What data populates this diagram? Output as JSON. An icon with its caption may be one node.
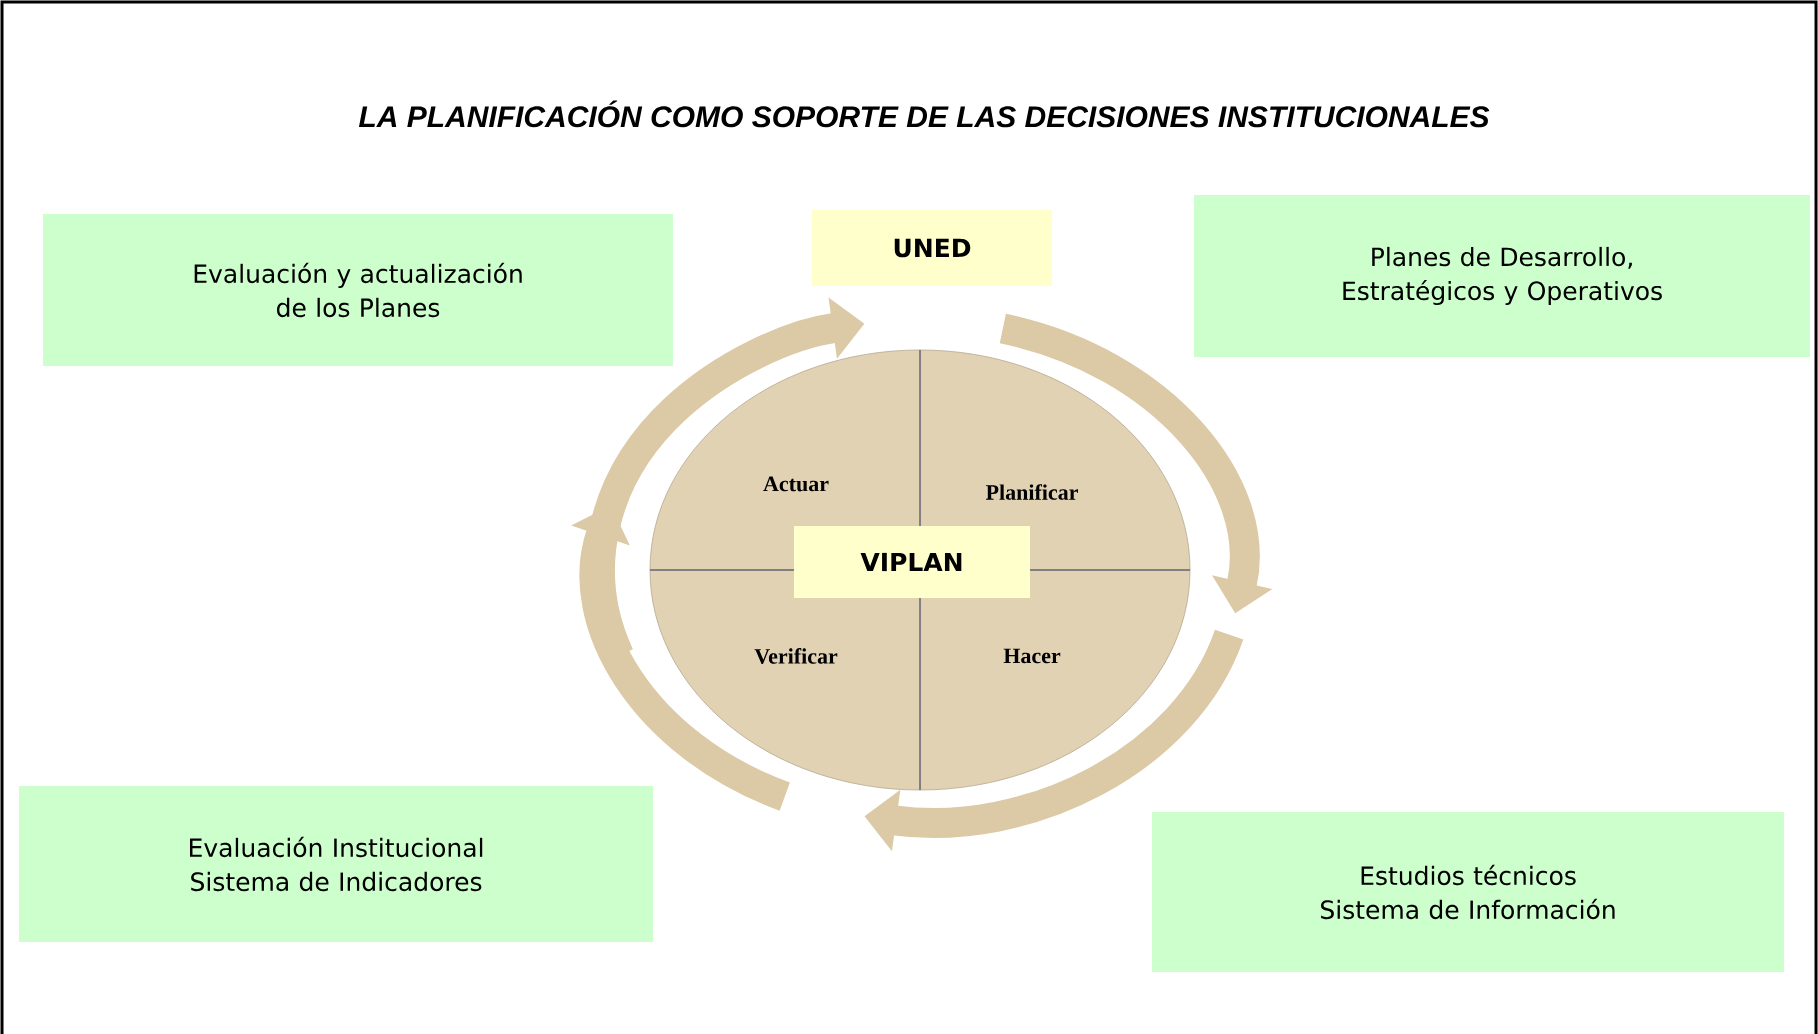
{
  "diagram": {
    "title": "LA PLANIFICACIÓN COMO SOPORTE DE LAS DECISIONES INSTITUCIONALES",
    "nodes": [
      {
        "text": [
          "Evaluación y actualización de los Planes"
        ]
      },
      {
        "text": [
          "UNED"
        ]
      },
      {
        "text": [
          "Planes de Desarrollo, Estratégicos y Operativos"
        ]
      },
      {
        "text": [
          "Actuar",
          "Planificar",
          "Verificar",
          "Hacer"
        ]
      },
      {
        "text": [
          "VIPLAN"
        ],
        "in": 3
      },
      {
        "text": [
          "Evaluación Institucional Sistema de Indicadores"
        ]
      },
      {
        "text": [
          "Estudios técnicos Sistema de Información"
        ]
      }
    ]
  }
}
